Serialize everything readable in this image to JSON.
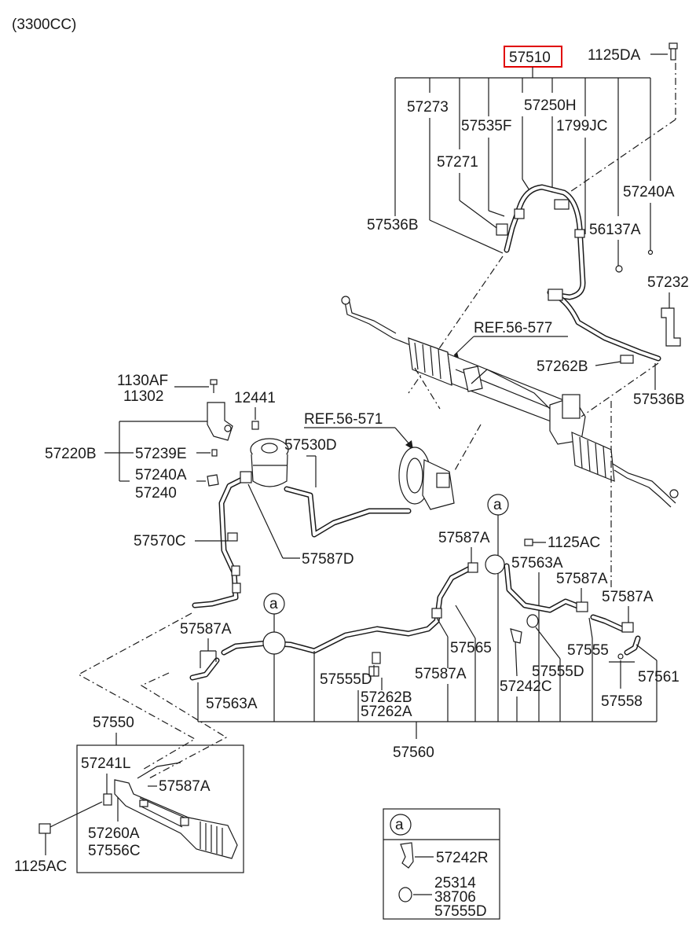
{
  "engine": "(3300CC)",
  "highlight": {
    "part": "57510",
    "color": "#e00000"
  },
  "ref_a": "REF.56-577",
  "ref_b": "REF.56-571",
  "callout": "a",
  "labels": {
    "p57510": "57510",
    "p1125DA": "1125DA",
    "p57273": "57273",
    "p57250H": "57250H",
    "p57535F": "57535F",
    "p1799JC": "1799JC",
    "p57271": "57271",
    "p57240A": "57240A",
    "p57536B_top": "57536B",
    "p56137A": "56137A",
    "p57232": "57232",
    "p57262B_r": "57262B",
    "p57536B_r": "57536B",
    "p1130AF": "1130AF",
    "p11302": "11302",
    "p12441": "12441",
    "p57220B": "57220B",
    "p57239E": "57239E",
    "p57240A_l": "57240A",
    "p57240": "57240",
    "p57530D": "57530D",
    "p57570C": "57570C",
    "p57587D": "57587D",
    "p57587A_1": "57587A",
    "p1125AC_r": "1125AC",
    "p57563A_r": "57563A",
    "p57587A_2": "57587A",
    "p57587A_3": "57587A",
    "p57587A_l": "57587A",
    "p57565": "57565",
    "p57555": "57555",
    "p57555D_c": "57555D",
    "p57555D_r": "57555D",
    "p57587A_c": "57587A",
    "p57242C": "57242C",
    "p57561": "57561",
    "p57558": "57558",
    "p57563A_l": "57563A",
    "p57262B_c": "57262B",
    "p57262A": "57262A",
    "p57560": "57560",
    "p57550": "57550",
    "p57241L": "57241L",
    "p57587A_b": "57587A",
    "p57260A": "57260A",
    "p57556C": "57556C",
    "p1125AC_b": "1125AC"
  },
  "legend": {
    "title": "a",
    "items": [
      "57242R",
      "25314",
      "38706",
      "57555D"
    ]
  }
}
